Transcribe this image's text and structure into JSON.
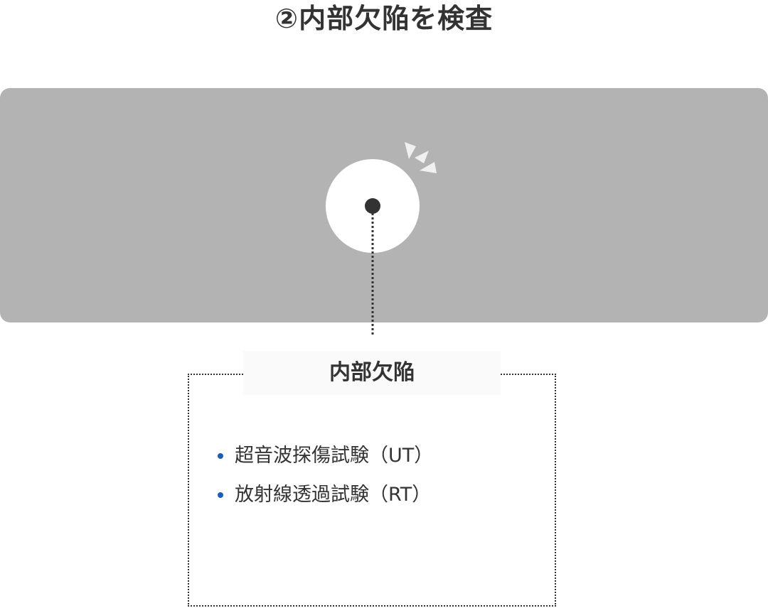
{
  "title": "②内部欠陥を検査",
  "diagram": {
    "defect_label": "内部欠陥",
    "methods": [
      "超音波探傷試験（UT）",
      "放射線透過試験（RT）"
    ],
    "icons": {
      "defect": "defect-point-icon",
      "sparkle": "sparkle-icon"
    },
    "colors": {
      "material": "#b3b3b3",
      "highlight": "#ffffff",
      "defect": "#333333",
      "bullet": "#1a5fb4",
      "label_bg": "#fafafa"
    }
  }
}
